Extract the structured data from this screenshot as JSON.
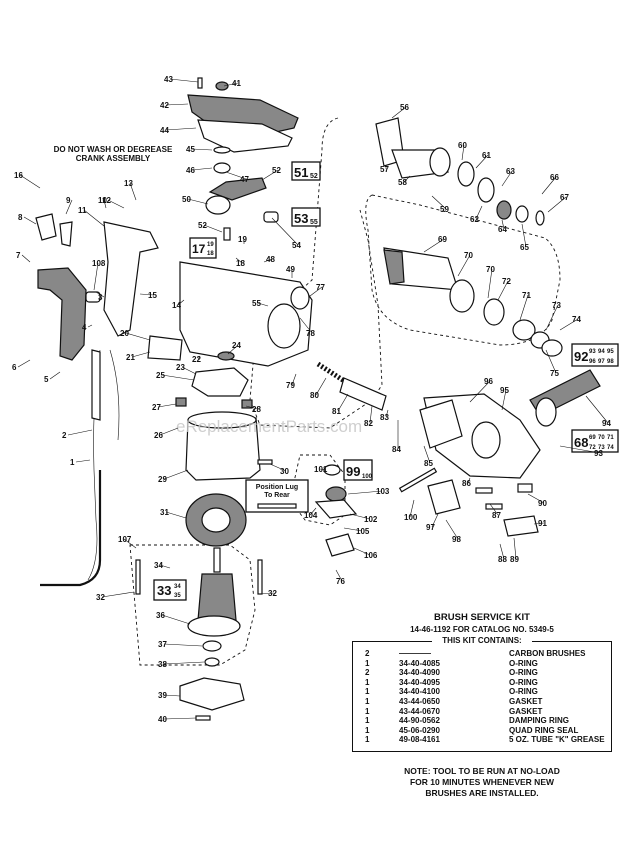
{
  "note_top": [
    "DO NOT WASH OR DEGREASE",
    "CRANK ASSEMBLY"
  ],
  "position_lug": [
    "Position Lug",
    "To Rear"
  ],
  "watermark": "eReplacementParts.com",
  "part_labels": [
    "1",
    "2",
    "3",
    "4",
    "5",
    "6",
    "7",
    "8",
    "9",
    "10",
    "11",
    "12",
    "13",
    "14",
    "15",
    "16",
    "17",
    "18",
    "19",
    "20",
    "21",
    "22",
    "23",
    "24",
    "25",
    "26",
    "27",
    "28",
    "29",
    "30",
    "31",
    "32",
    "32",
    "34",
    "35",
    "36",
    "37",
    "38",
    "39",
    "40",
    "41",
    "42",
    "43",
    "44",
    "45",
    "46",
    "47",
    "48",
    "49",
    "50",
    "52",
    "52",
    "54",
    "55",
    "56",
    "57",
    "58",
    "59",
    "60",
    "61",
    "62",
    "63",
    "64",
    "65",
    "66",
    "67",
    "69",
    "70",
    "70",
    "71",
    "72",
    "73",
    "74",
    "75",
    "76",
    "77",
    "78",
    "79",
    "80",
    "81",
    "82",
    "83",
    "84",
    "85",
    "86",
    "87",
    "88",
    "89",
    "90",
    "91",
    "93",
    "94",
    "95",
    "96",
    "97",
    "98",
    "100",
    "101",
    "102",
    "103",
    "104",
    "105",
    "106",
    "107",
    "108"
  ],
  "boxed_refs": [
    {
      "main": "51",
      "sub": [
        "52"
      ]
    },
    {
      "main": "53",
      "sub": [
        "55"
      ]
    },
    {
      "main": "17",
      "sub": [
        "19",
        "18"
      ]
    },
    {
      "main": "33",
      "sub": [
        "34",
        "35"
      ]
    },
    {
      "main": "99",
      "sub": [
        "100"
      ]
    },
    {
      "main": "92",
      "sub": [
        "93",
        "94",
        "95",
        "96",
        "97",
        "98"
      ]
    },
    {
      "main": "68",
      "sub": [
        "69",
        "70",
        "71",
        "72",
        "73",
        "74"
      ]
    }
  ],
  "kit": {
    "title": "BRUSH SERVICE KIT",
    "subtitle": "14-46-1192 FOR CATALOG NO. 5349-5",
    "contains_label": "THIS KIT CONTAINS:",
    "rows": [
      {
        "qty": "2",
        "part": "————",
        "desc": "CARBON BRUSHES"
      },
      {
        "qty": "1",
        "part": "34-40-4085",
        "desc": "O-RING"
      },
      {
        "qty": "2",
        "part": "34-40-4090",
        "desc": "O-RING"
      },
      {
        "qty": "1",
        "part": "34-40-4095",
        "desc": "O-RING"
      },
      {
        "qty": "1",
        "part": "34-40-4100",
        "desc": "O-RING"
      },
      {
        "qty": "1",
        "part": "43-44-0650",
        "desc": "GASKET"
      },
      {
        "qty": "1",
        "part": "43-44-0670",
        "desc": "GASKET"
      },
      {
        "qty": "1",
        "part": "44-90-0562",
        "desc": "DAMPING RING"
      },
      {
        "qty": "1",
        "part": "45-06-0290",
        "desc": "QUAD RING SEAL"
      },
      {
        "qty": "1",
        "part": "49-08-4161",
        "desc": "5 OZ. TUBE \"K\" GREASE"
      }
    ],
    "note": [
      "NOTE:  TOOL TO BE RUN AT NO-LOAD",
      "FOR 10 MINUTES WHENEVER NEW",
      "BRUSHES ARE INSTALLED."
    ]
  }
}
